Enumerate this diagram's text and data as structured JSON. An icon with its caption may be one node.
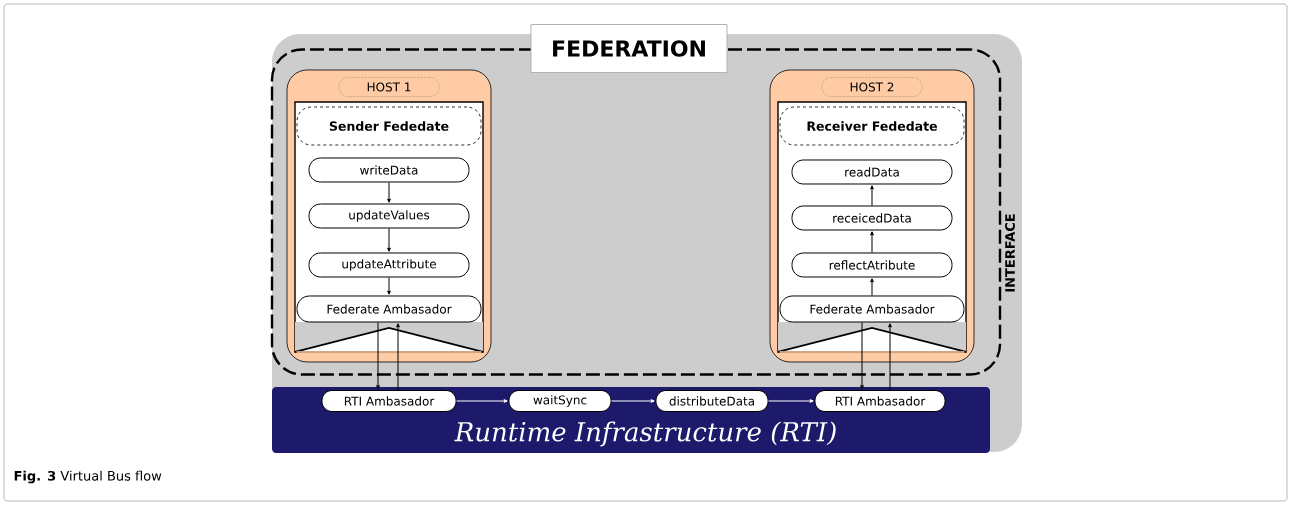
{
  "diagram": {
    "caption": "**Fig. 3** Virtual Bus flow",
    "nodes": [
      {
        "text": [
          "INTERFACE"
        ]
      },
      {
        "text": [
          "FEDERATION"
        ],
        "in": 0
      },
      {
        "text": [
          "HOST 1"
        ],
        "in": 1
      },
      {
        "text": [
          "Sender Fededate"
        ],
        "in": 2
      },
      {
        "text": [
          "writeData"
        ],
        "in": 3
      },
      {
        "text": [
          "updateValues"
        ],
        "in": 3
      },
      {
        "text": [
          "updateAttribute"
        ],
        "in": 3
      },
      {
        "text": [
          "Federate Ambasador"
        ],
        "in": 3
      },
      {
        "text": [
          "HOST 2"
        ],
        "in": 1
      },
      {
        "text": [
          "Receiver Fededate"
        ],
        "in": 8
      },
      {
        "text": [
          "readData"
        ],
        "in": 9
      },
      {
        "text": [
          "receicedData"
        ],
        "in": 9
      },
      {
        "text": [
          "reflectAtribute"
        ],
        "in": 9
      },
      {
        "text": [
          "Federate Ambasador"
        ],
        "in": 9
      },
      {
        "text": [
          "Runtime Infrastructure (RTI)"
        ],
        "in": 0
      },
      {
        "text": [
          "RTI Ambasador"
        ],
        "in": 14
      },
      {
        "text": [
          "waitSync"
        ],
        "in": 14
      },
      {
        "text": [
          "distributeData"
        ],
        "in": 14
      },
      {
        "text": [
          "RTI Ambasador"
        ],
        "in": 14
      }
    ],
    "edges": [
      {
        "from": 4,
        "to": 5,
        "arrow": "to"
      },
      {
        "from": 5,
        "to": 6,
        "arrow": "to"
      },
      {
        "from": 6,
        "to": 7,
        "arrow": "to"
      },
      {
        "from": 7,
        "to": 15,
        "arrow": "to"
      },
      {
        "from": 15,
        "to": 7,
        "arrow": "to"
      },
      {
        "from": 15,
        "to": 16,
        "arrow": "to",
        "color": "#ffffff"
      },
      {
        "from": 16,
        "to": 17,
        "arrow": "to",
        "color": "#ffffff"
      },
      {
        "from": 17,
        "to": 18,
        "arrow": "to",
        "color": "#ffffff"
      },
      {
        "from": 13,
        "to": 18,
        "arrow": "to"
      },
      {
        "from": 18,
        "to": 13,
        "arrow": "to"
      },
      {
        "from": 13,
        "to": 12,
        "arrow": "to"
      },
      {
        "from": 12,
        "to": 11,
        "arrow": "to"
      },
      {
        "from": 11,
        "to": 10,
        "arrow": "to"
      }
    ]
  }
}
